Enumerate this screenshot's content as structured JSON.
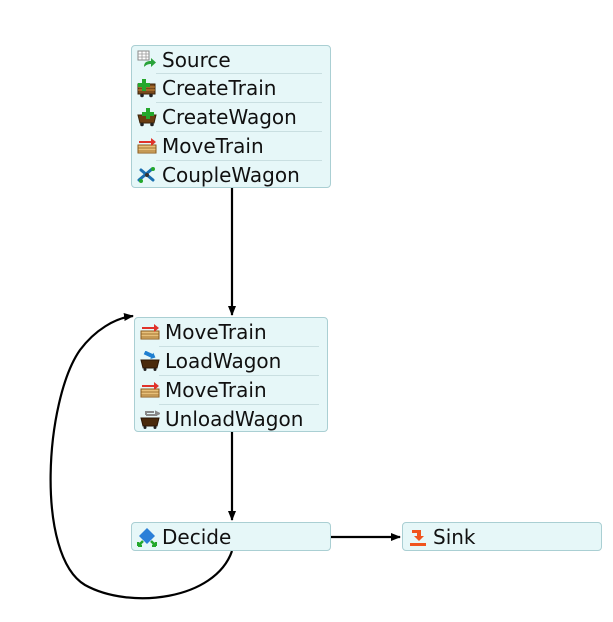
{
  "process_flow": {
    "blocks": [
      {
        "id": "block-1",
        "activities": [
          {
            "label": "Source",
            "icon": "source-icon"
          },
          {
            "label": "CreateTrain",
            "icon": "create-train-icon"
          },
          {
            "label": "CreateWagon",
            "icon": "create-wagon-icon"
          },
          {
            "label": "MoveTrain",
            "icon": "move-train-icon"
          },
          {
            "label": "CoupleWagon",
            "icon": "couple-wagon-icon"
          }
        ]
      },
      {
        "id": "block-2",
        "activities": [
          {
            "label": "MoveTrain",
            "icon": "move-train-icon"
          },
          {
            "label": "LoadWagon",
            "icon": "load-wagon-icon"
          },
          {
            "label": "MoveTrain",
            "icon": "move-train-icon"
          },
          {
            "label": "UnloadWagon",
            "icon": "unload-wagon-icon"
          }
        ]
      },
      {
        "id": "block-3",
        "activities": [
          {
            "label": "Decide",
            "icon": "decide-icon"
          }
        ]
      },
      {
        "id": "block-4",
        "activities": [
          {
            "label": "Sink",
            "icon": "sink-icon"
          }
        ]
      }
    ],
    "links": [
      {
        "from": "block-1",
        "to": "block-2"
      },
      {
        "from": "block-2",
        "to": "block-3"
      },
      {
        "from": "block-3",
        "to": "block-4"
      },
      {
        "from": "block-3",
        "to": "block-2",
        "style": "loop-back"
      }
    ],
    "colors": {
      "block_fill": "#e6f7f8",
      "block_border": "#aacfd3",
      "link": "#000000"
    }
  }
}
